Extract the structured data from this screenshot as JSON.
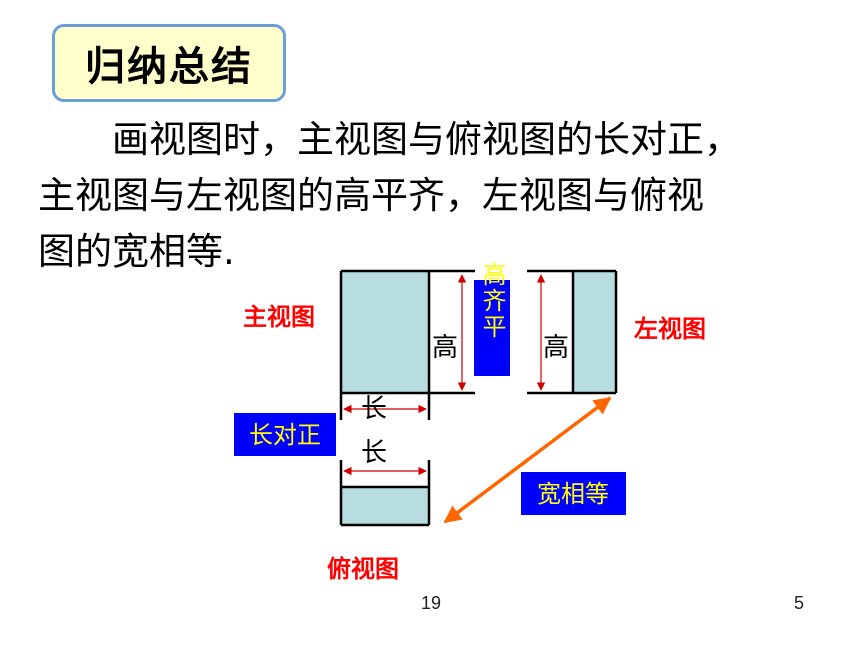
{
  "title": "归纳总结",
  "paragraph": {
    "line1": "画视图时，主视图与俯视图的长对正，",
    "line2": "主视图与左视图的高平齐，左视图与俯视",
    "line3": "图的宽相等."
  },
  "diagram": {
    "front_view_label": "主视图",
    "left_view_label": "左视图",
    "top_view_label": "俯视图",
    "height_front": "高",
    "height_left": "高",
    "height_align_box": "高齐平",
    "length_front": "长",
    "length_top": "长",
    "length_align_box": "长对正",
    "width_equal_box": "宽相等"
  },
  "colors": {
    "view_fill": "#b8dde0",
    "label_red": "#ff0000",
    "box_blue": "#0000ff",
    "box_text": "#ffff00",
    "arrow_orange": "#ff6600",
    "dim_red": "#cc0000",
    "title_bg": "#ffffcc",
    "title_border": "#6aa0d8"
  },
  "footer": {
    "center_number": "19",
    "page_number": "5"
  }
}
